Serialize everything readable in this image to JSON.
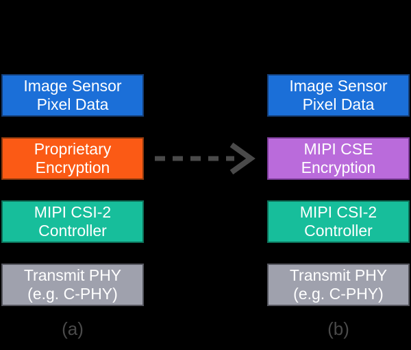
{
  "canvas": {
    "background": "#000000",
    "text_color": "#FFFFFF"
  },
  "columns": [
    {
      "id": "a",
      "boxes": [
        {
          "line1": "Image Sensor",
          "line2": "Pixel Data",
          "fill": "#1B6FD8",
          "border": "#153E77"
        },
        {
          "line1": "Proprietary",
          "line2": "Encryption",
          "fill": "#FB5A15",
          "border": "#8F3A0E"
        },
        {
          "line1": "MIPI CSI-2",
          "line2": "Controller",
          "fill": "#17BE9B",
          "border": "#0D7159"
        },
        {
          "line1": "Transmit PHY",
          "line2": "(e.g. C-PHY)",
          "fill": "#9FA1AD",
          "border": "#55565E"
        }
      ]
    },
    {
      "id": "b",
      "boxes": [
        {
          "line1": "Image Sensor",
          "line2": "Pixel Data",
          "fill": "#1B6FD8",
          "border": "#153E77"
        },
        {
          "line1": "MIPI CSE",
          "line2": "Encryption",
          "fill": "#BA6BDB",
          "border": "#7C3D99"
        },
        {
          "line1": "MIPI CSI-2",
          "line2": "Controller",
          "fill": "#17BE9B",
          "border": "#0D7159"
        },
        {
          "line1": "Transmit PHY",
          "line2": "(e.g. C-PHY)",
          "fill": "#9FA1AD",
          "border": "#55565E"
        }
      ]
    }
  ],
  "labels": {
    "a": "(a)",
    "b": "(b)",
    "color": "#4A4A4A"
  },
  "arrow": {
    "style": "dashed",
    "direction": "right",
    "color": "#4A4A4A"
  }
}
